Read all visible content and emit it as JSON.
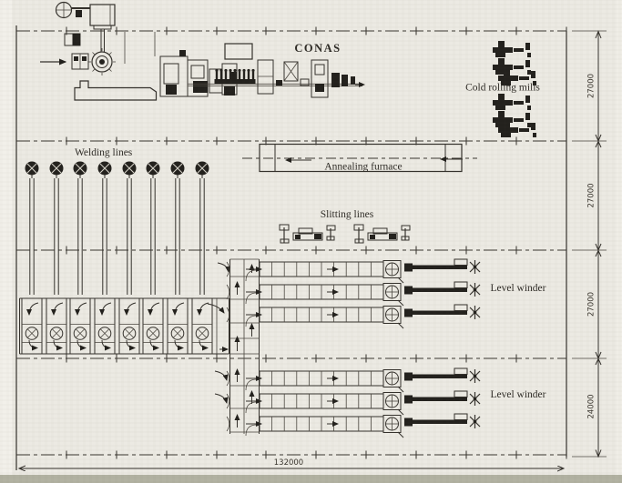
{
  "drawing": {
    "type": "plant-layout",
    "labels": {
      "conas": "CONAS",
      "cold_rolling_mills": "Cold rolling mills",
      "welding_lines": "Welding lines",
      "annealing_furnace": "Annealing furnace",
      "slitting_lines": "Slitting lines",
      "level_winder": "Level winder"
    },
    "dimensions": {
      "right_chain": [
        "27000",
        "27000",
        "27000",
        "24000"
      ],
      "total_width": "132000"
    },
    "counts": {
      "welding_lines": 8,
      "slitting_line_machines": 2,
      "cold_rolling_mill_units": 4,
      "level_winder_lines_upper": 3,
      "level_winder_lines_lower": 3
    },
    "colors": {
      "paper": "#eceae3",
      "ink": "#34312c"
    }
  }
}
